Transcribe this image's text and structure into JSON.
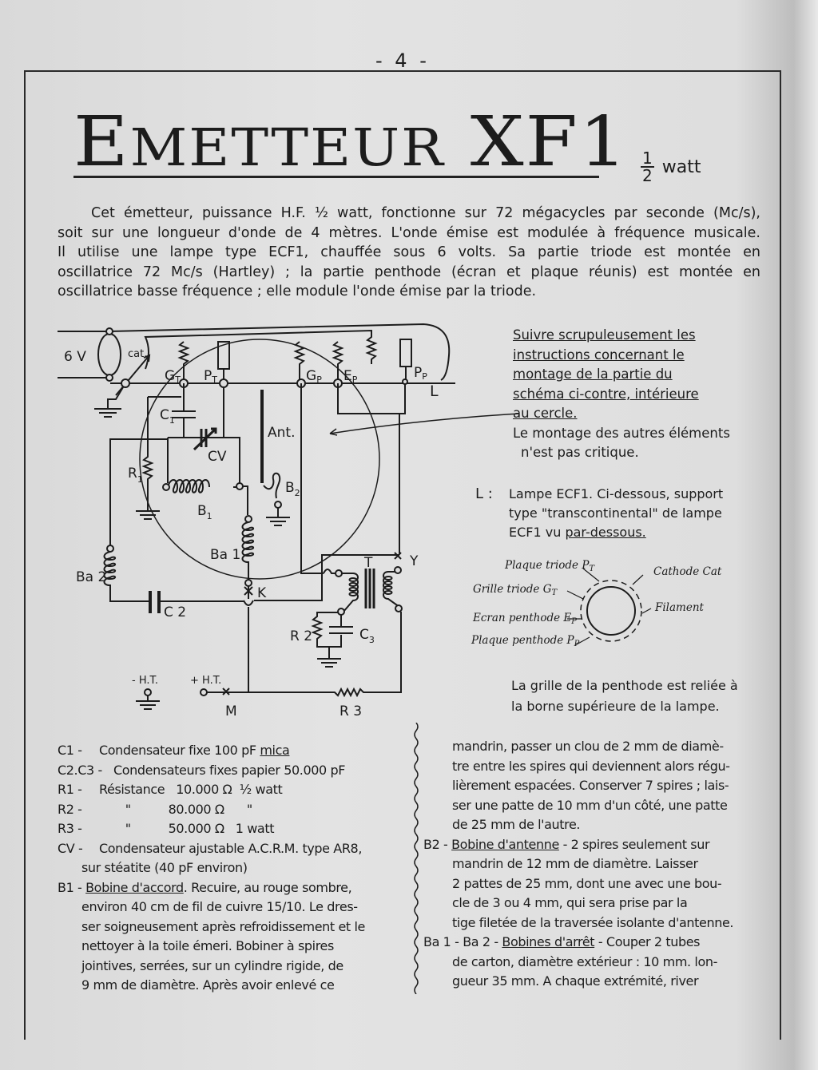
{
  "page_number": "- 4 -",
  "title": {
    "first_letter": "E",
    "rest": "METTEUR",
    "model": "XF1"
  },
  "power": {
    "numerator": "1",
    "denominator": "2",
    "unit": "watt"
  },
  "intro": [
    "Cet émetteur, puissance H.F. ½ watt, fonctionne sur 72 mégacycles par seconde (Mc/s),",
    "soit sur une longueur d'onde de 4 mètres. L'onde émise est modulée à fréquence musicale.",
    "Il utilise une lampe type ECF1, chauffée sous 6 volts. Sa partie triode est montée en",
    "oscillatrice 72 Mc/s (Hartley) ; la partie penthode (écran et plaque réunis) est montée en",
    "oscillatrice basse fréquence ; elle module l'onde émise par la triode."
  ],
  "schematic_labels": {
    "v6": "6 V",
    "cat": "cat.",
    "gt": "G",
    "gt_sub": "T",
    "pt": "P",
    "pt_sub": "T",
    "gp": "G",
    "gp_sub": "P",
    "ep": "E",
    "ep_sub": "P",
    "pp": "P",
    "pp_sub": "P",
    "l": "L",
    "c1": "C",
    "c1_sub": "1",
    "cv": "CV",
    "ant": "Ant.",
    "r1": "R",
    "r1_sub": "1",
    "b1": "B",
    "b1_sub": "1",
    "b2": "B",
    "b2_sub": "2",
    "ba1": "Ba 1",
    "ba2": "Ba 2",
    "k": "K",
    "c2": "C 2",
    "t": "T",
    "y": "Y",
    "r2": "R 2",
    "c3": "C",
    "c3_sub": "3",
    "ht_minus": "- H.T.",
    "ht_plus": "+ H.T.",
    "m": "M",
    "r3": "R 3"
  },
  "note": {
    "underlined": [
      "Suivre scrupuleusement les",
      "instructions concernant le",
      "montage de la partie du",
      "schéma ci-contre, intérieure",
      "au cercle."
    ],
    "plain": [
      "Le montage des autres éléments",
      "n'est pas critique."
    ]
  },
  "lampe": {
    "key": "L :",
    "lines": [
      "Lampe ECF1. Ci-dessous, support",
      "type \"transcontinental\" de lampe"
    ],
    "last_prefix": "ECF1 vu ",
    "last_underlined": "par-dessous."
  },
  "socket": {
    "plaque_triode": "Plaque triode P",
    "plaque_triode_sub": "T",
    "cathode": "Cathode Cat",
    "grille_triode": "Grille triode G",
    "grille_triode_sub": "T",
    "filament": "Filament",
    "ecran_penthode": "Ecran penthode E",
    "ecran_penthode_sub": "P",
    "plaque_penthode": "Plaque penthode P",
    "plaque_penthode_sub": "P"
  },
  "caption": [
    "La grille de la penthode est reliée à",
    "la borne supérieure de la lampe."
  ],
  "parts": [
    {
      "ref": "C1 -",
      "text": "Condensateur fixe 100 pF ",
      "underlined": "mica"
    },
    {
      "ref": "C2.C3 -",
      "text": "Condensateurs fixes papier 50.000 pF"
    },
    {
      "ref": "R1 -",
      "text": "Résistance   10.000 Ω  ½ watt"
    },
    {
      "ref": "R2 -",
      "text": "       \"          80.000 Ω      \""
    },
    {
      "ref": "R3 -",
      "text": "       \"          50.000 Ω   1 watt"
    },
    {
      "ref": "CV -",
      "text": "Condensateur ajustable A.C.R.M. type AR8,"
    }
  ],
  "cv_cont": "sur stéatite (40 pF environ)",
  "b1": {
    "ref": "B1 -",
    "title": "Bobine d'accord",
    "first": ". Recuire, au rouge sombre,",
    "lines": [
      "environ 40 cm de fil de cuivre 15/10. Le dres-",
      "ser soigneusement après refroidissement et le",
      "nettoyer à la toile émeri. Bobiner à spires",
      "jointives, serrées, sur un cylindre rigide, de",
      "9 mm de diamètre. Après avoir enlevé ce"
    ]
  },
  "right_col": {
    "b1_cont": [
      "mandrin, passer un clou de 2 mm de diamè-",
      "tre entre les spires qui deviennent alors régu-",
      "lièrement espacées. Conserver 7 spires ; lais-",
      "ser une patte de 10 mm d'un côté, une patte",
      "de 25 mm de l'autre."
    ],
    "b2": {
      "ref": "B2 -",
      "title": "Bobine d'antenne",
      "first": " - 2 spires seulement sur",
      "lines": [
        "mandrin de 12 mm de diamètre. Laisser",
        "2 pattes de 25 mm, dont une avec une bou-",
        "cle de 3 ou 4 mm, qui sera prise par la",
        "tige filetée de la traversée isolante d'antenne."
      ]
    },
    "ba": {
      "ref": "Ba 1 - Ba 2 -",
      "title": "Bobines d'arrêt",
      "first": " - Couper 2 tubes",
      "lines": [
        "de carton, diamètre extérieur : 10 mm. lon-",
        "gueur 35 mm. A chaque extrémité, river"
      ]
    }
  }
}
